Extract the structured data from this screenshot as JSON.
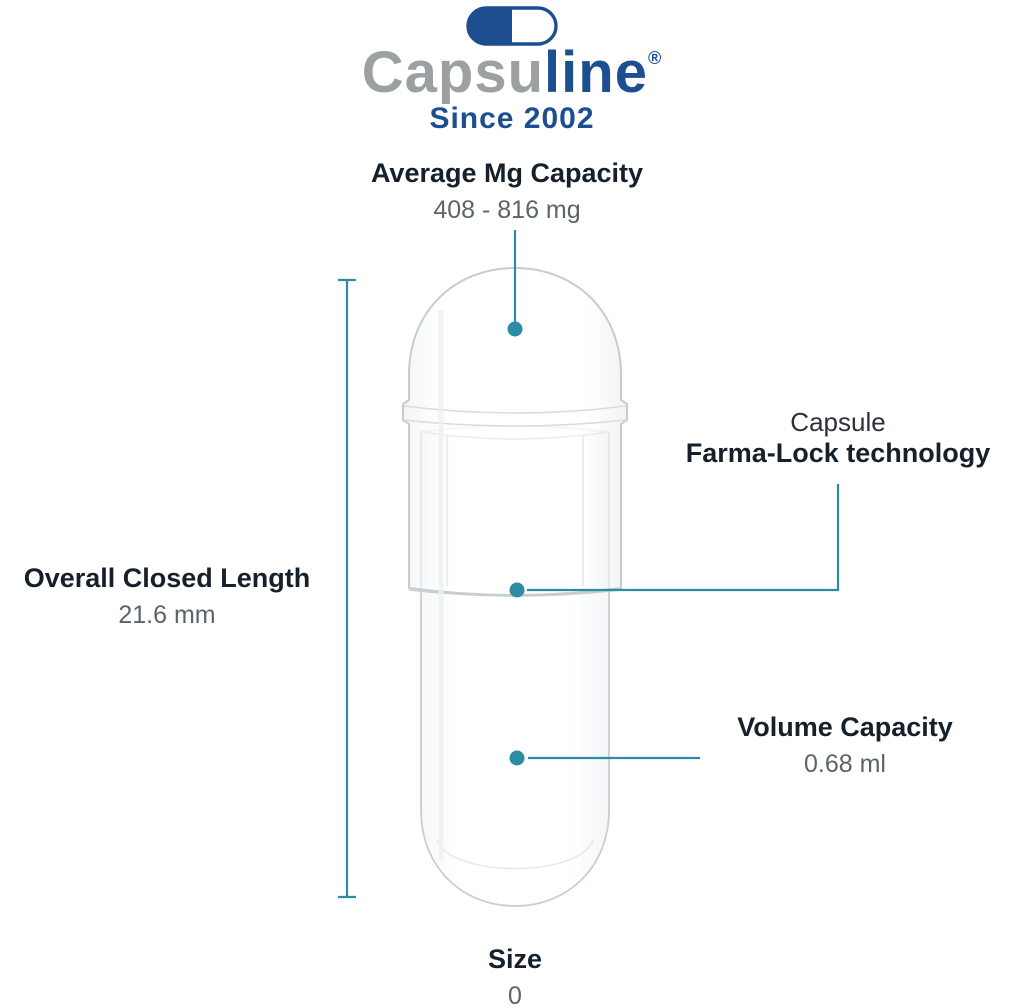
{
  "brand": {
    "logo_part1": "Capsu",
    "logo_part2": "line",
    "registered": "®",
    "tagline": "Since 2002",
    "pill_icon": "capsule-pill-icon"
  },
  "annotations": {
    "mg_capacity": {
      "title": "Average Mg Capacity",
      "value": "408 - 816 mg"
    },
    "closed_length": {
      "title": "Overall Closed Length",
      "value": "21.6 mm"
    },
    "farma_lock": {
      "line1": "Capsule",
      "line2": "Farma-Lock technology"
    },
    "volume": {
      "title": "Volume Capacity",
      "value": "0.68 ml"
    },
    "size": {
      "title": "Size",
      "value": "0"
    }
  },
  "colors": {
    "accent_teal": "#2b8ca3",
    "logo_blue": "#1d4f90",
    "logo_gray": "#9da0a3",
    "heading_dark": "#15202a",
    "value_gray": "#5c6469",
    "capsule_outline": "#c6ccd0"
  }
}
